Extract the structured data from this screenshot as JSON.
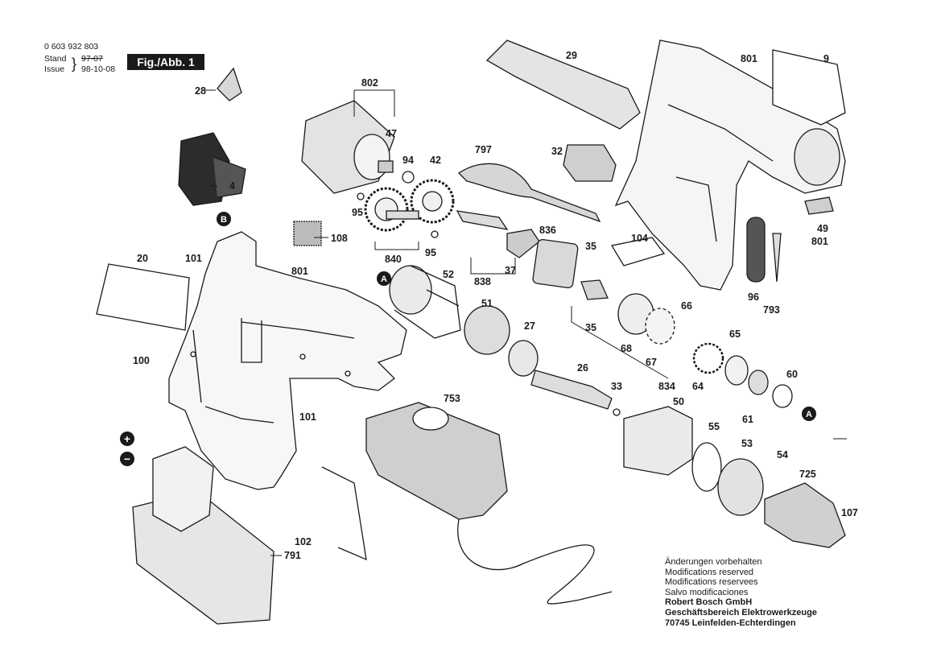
{
  "header": {
    "part_number": "0 603 932 803",
    "stand_label": "Stand",
    "stand_value": "97-07",
    "issue_label": "Issue",
    "issue_value": "98-10-08",
    "figure_label": "Fig./Abb. 1"
  },
  "notice": {
    "lines": [
      "Änderungen vorbehalten",
      "Modifications reserved",
      "Modifications reservees",
      "Salvo modificaciones"
    ],
    "company_lines": [
      "Robert Bosch GmbH",
      "Geschäftsbereich Elektrowerkzeuge",
      "70745 Leinfelden-Echterdingen"
    ]
  },
  "part_labels": {
    "p28": "28",
    "p802": "802",
    "p47": "47",
    "p94": "94",
    "p42": "42",
    "p4": "4",
    "pB": "B",
    "p95a": "95",
    "p95b": "95",
    "p840": "840",
    "p108": "108",
    "p797": "797",
    "p32": "32",
    "p29": "29",
    "p801a": "801",
    "p9": "9",
    "p836": "836",
    "p35a": "35",
    "p104": "104",
    "p37": "37",
    "p838": "838",
    "p49": "49",
    "p801b": "801",
    "p20": "20",
    "p101a": "101",
    "p801c": "801",
    "pA1": "A",
    "p52": "52",
    "p51": "51",
    "p27": "27",
    "p35b": "35",
    "p96": "96",
    "p793": "793",
    "p66": "66",
    "p68": "68",
    "p67": "67",
    "p65": "65",
    "p100": "100",
    "p26": "26",
    "p33": "33",
    "p834": "834",
    "p64": "64",
    "p60": "60",
    "p61": "61",
    "pA2": "A",
    "p101b": "101",
    "p753": "753",
    "p50": "50",
    "p55": "55",
    "p53": "53",
    "p54": "54",
    "p725": "725",
    "p107": "107",
    "p102": "102",
    "p791": "791",
    "plus": "+",
    "minus": "−"
  }
}
